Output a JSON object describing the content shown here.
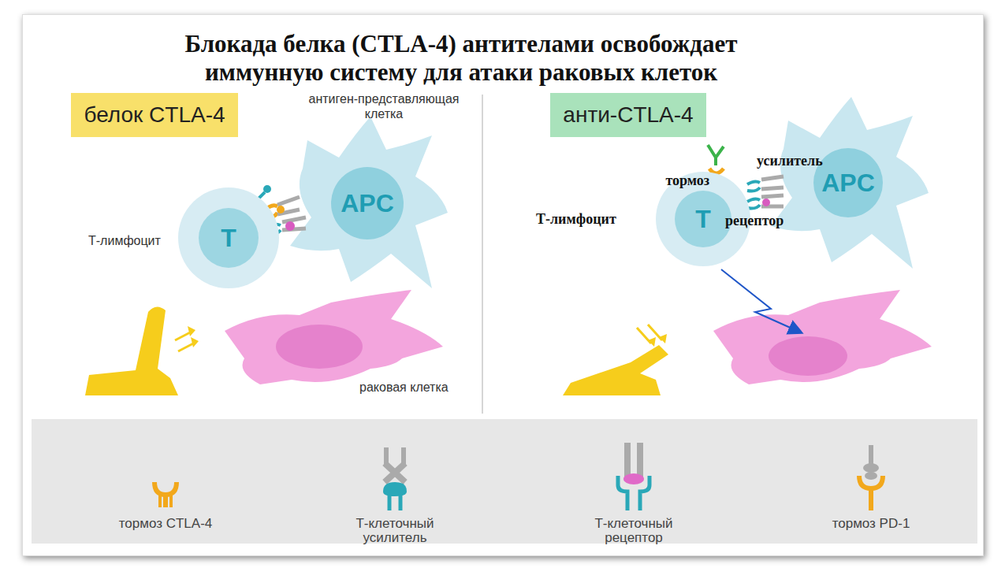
{
  "diagram": {
    "title": "Блокада белка (CTLA-4) антителами освобождает иммунную систему для атаки раковых клеток",
    "nodes": [
      {
        "text": [
          "белок CTLA-4"
        ]
      },
      {
        "text": [
          "T"
        ]
      },
      {
        "text": [
          "APC"
        ]
      },
      {
        "text": [
          "анти-CTLA-4"
        ]
      },
      {
        "text": [
          "T"
        ]
      },
      {
        "text": [
          "APC"
        ]
      }
    ],
    "labels": [
      "антиген-представляющая клетка",
      "Т-лимфоцит",
      "раковая клетка",
      "тормоз",
      "усилитель",
      "Т-лимфоцит",
      "рецептор"
    ],
    "legend": [
      {
        "text": "тормоз CTLA-4"
      },
      {
        "text": "Т-клеточный усилитель"
      },
      {
        "text": "Т-клеточный рецептор"
      },
      {
        "text": "тормоз PD-1"
      }
    ]
  }
}
